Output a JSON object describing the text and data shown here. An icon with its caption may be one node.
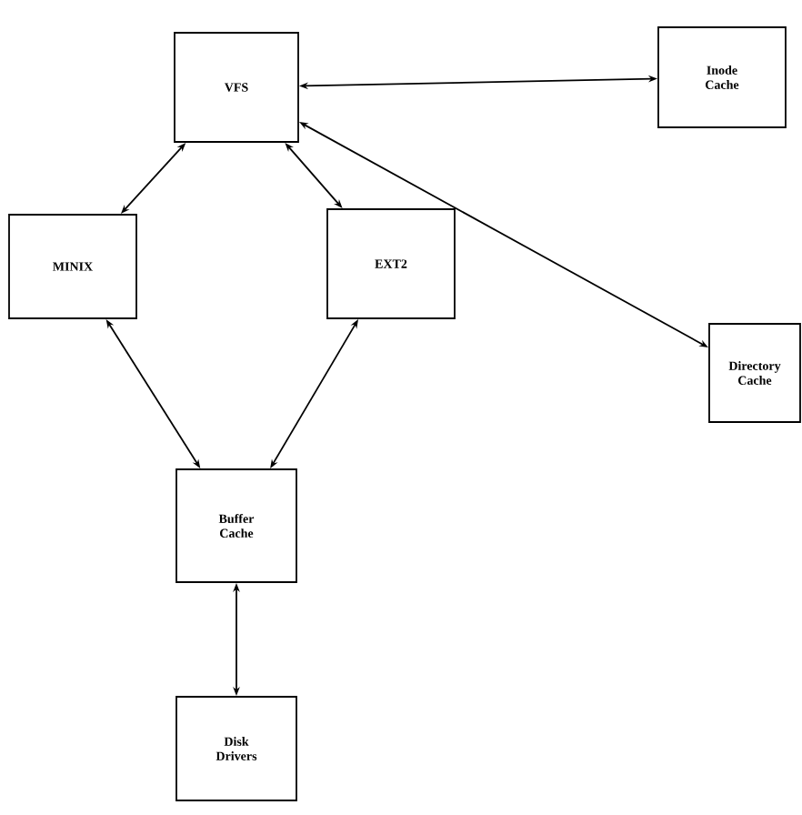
{
  "diagram": {
    "nodes": [
      {
        "text": [
          "VFS"
        ]
      },
      {
        "text": [
          "Inode Cache"
        ]
      },
      {
        "text": [
          "MINIX"
        ]
      },
      {
        "text": [
          "EXT2"
        ]
      },
      {
        "text": [
          "Directory Cache"
        ]
      },
      {
        "text": [
          "Buffer Cache"
        ]
      },
      {
        "text": [
          "Disk Drivers"
        ]
      }
    ],
    "edges": [
      {
        "from": 0,
        "to": 1,
        "arrow": "both"
      },
      {
        "from": 0,
        "to": 4,
        "arrow": "both"
      },
      {
        "from": 0,
        "to": 2,
        "arrow": "both"
      },
      {
        "from": 0,
        "to": 3,
        "arrow": "both"
      },
      {
        "from": 2,
        "to": 5,
        "arrow": "both"
      },
      {
        "from": 3,
        "to": 5,
        "arrow": "both"
      },
      {
        "from": 5,
        "to": 6,
        "arrow": "both"
      }
    ]
  }
}
